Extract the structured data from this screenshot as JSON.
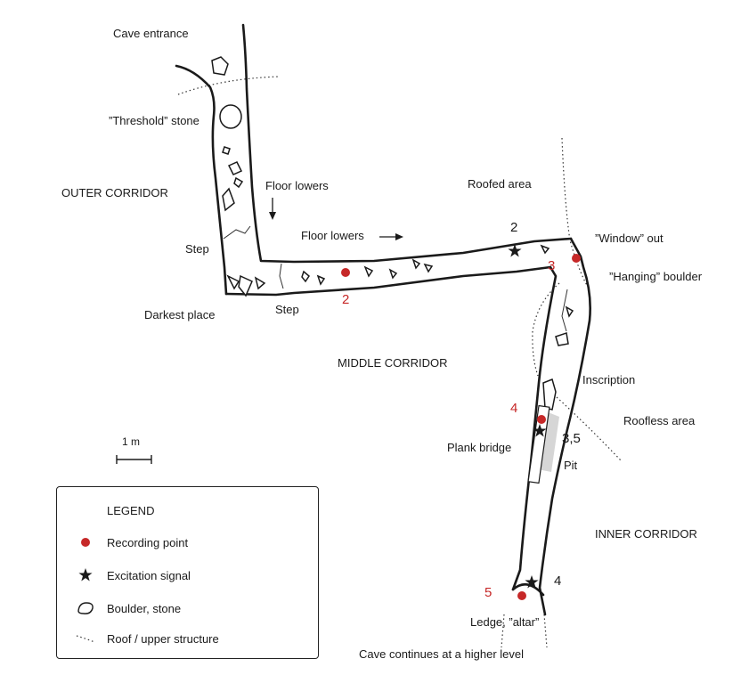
{
  "labels": {
    "cave_entrance": "Cave entrance",
    "threshold_stone": "”Threshold” stone",
    "outer_corridor": "OUTER CORRIDOR",
    "floor_lowers_1": "Floor lowers",
    "floor_lowers_2": "Floor lowers",
    "roofed_area": "Roofed area",
    "step_1": "Step",
    "step_2": "Step",
    "darkest_place": "Darkest place",
    "window_out": "”Window” out",
    "hanging_boulder": "”Hanging” boulder",
    "middle_corridor": "MIDDLE CORRIDOR",
    "inscription": "Inscription",
    "roofless_area": "Roofless area",
    "plank_bridge": "Plank bridge",
    "pit": "Pit",
    "inner_corridor": "INNER CORRIDOR",
    "ledge_altar": "Ledge, ”altar”",
    "cave_continues": "Cave continues at a higher level"
  },
  "recording_points": [
    "2",
    "3",
    "4",
    "5"
  ],
  "excitation_signals": [
    "2",
    "3,5",
    "4"
  ],
  "scale": {
    "label": "1 m"
  },
  "legend": {
    "title": "LEGEND",
    "items": [
      {
        "symbol": "red-dot",
        "label": "Recording point"
      },
      {
        "symbol": "star",
        "label": "Excitation signal"
      },
      {
        "symbol": "boulder",
        "label": "Boulder, stone"
      },
      {
        "symbol": "dotted-line",
        "label": "Roof / upper structure"
      }
    ]
  },
  "colors": {
    "recording_point": "#c62828",
    "outline": "#1a1a1a",
    "pit_fill": "#d6d6d6"
  }
}
